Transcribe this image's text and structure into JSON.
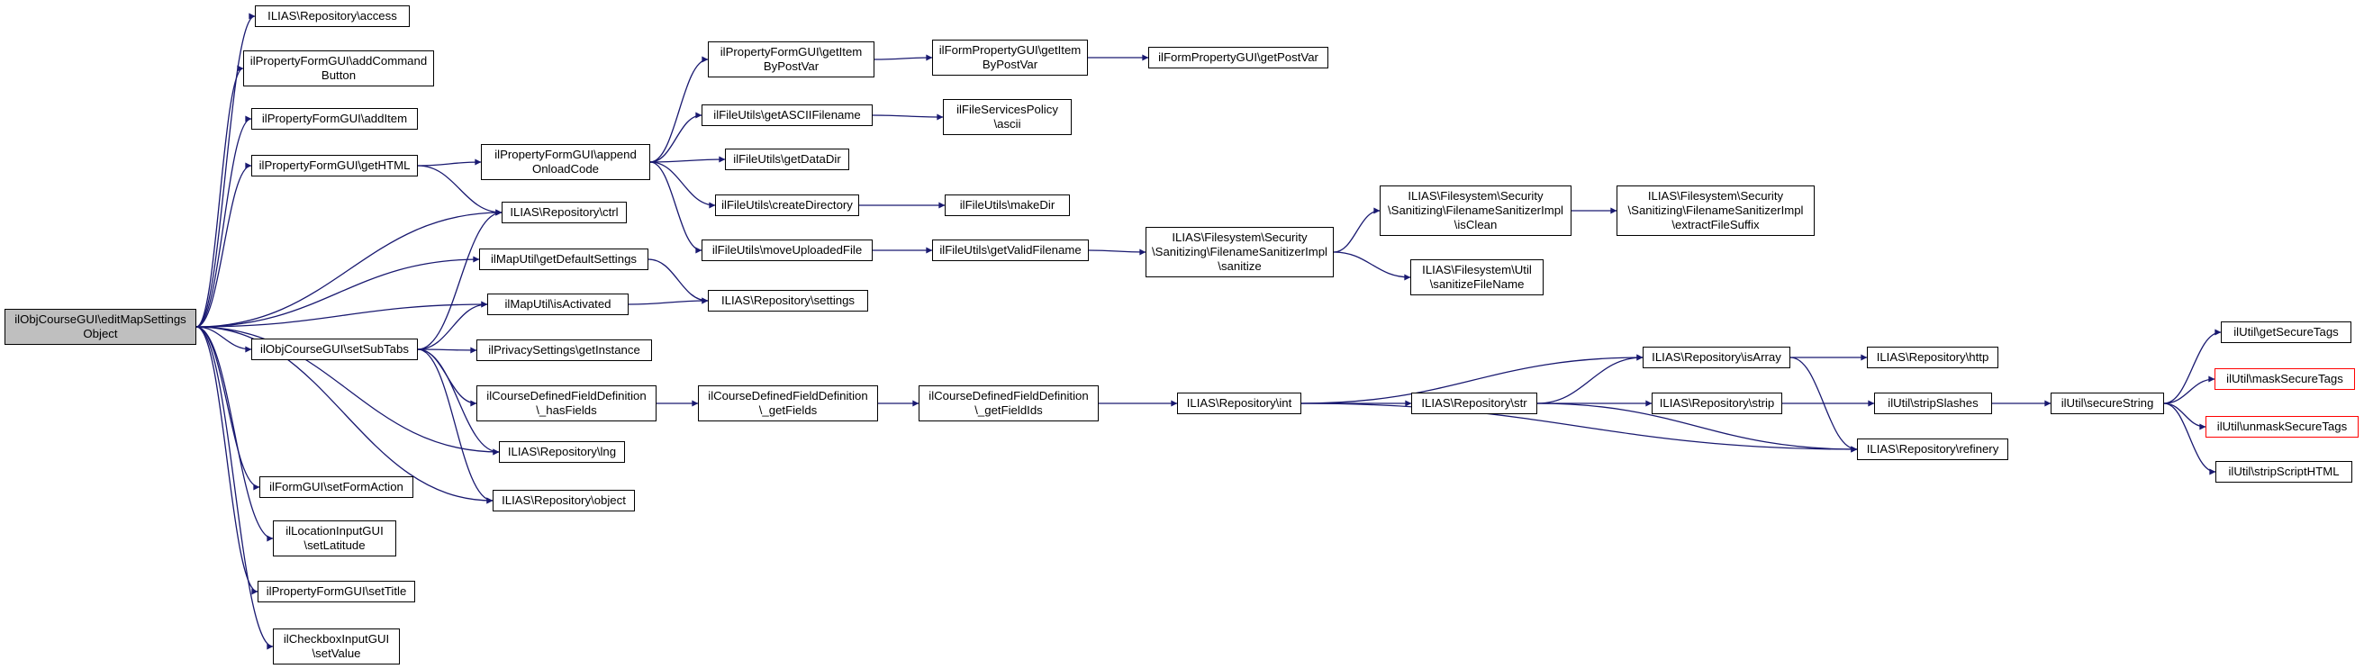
{
  "diagram": {
    "type": "call-graph",
    "edge_color": "#191970",
    "root_fill": "#bfbfbf",
    "truncated_border": "#ff0000",
    "nodes": {
      "root": {
        "label": "ilObjCourseGUI\\editMapSettings\nObject"
      },
      "access": {
        "label": "ILIAS\\Repository\\access"
      },
      "addCommandButton": {
        "label": "ilPropertyFormGUI\\addCommand\nButton"
      },
      "addItem": {
        "label": "ilPropertyFormGUI\\addItem"
      },
      "getHTML": {
        "label": "ilPropertyFormGUI\\getHTML"
      },
      "ctrl": {
        "label": "ILIAS\\Repository\\ctrl"
      },
      "getDefaultSettings": {
        "label": "ilMapUtil\\getDefaultSettings"
      },
      "isActivated": {
        "label": "ilMapUtil\\isActivated"
      },
      "setSubTabs": {
        "label": "ilObjCourseGUI\\setSubTabs"
      },
      "privacy": {
        "label": "ilPrivacySettings\\getInstance"
      },
      "hasFields": {
        "label": "ilCourseDefinedFieldDefinition\n\\_hasFields"
      },
      "lng": {
        "label": "ILIAS\\Repository\\lng"
      },
      "object": {
        "label": "ILIAS\\Repository\\object"
      },
      "setFormAction": {
        "label": "ilFormGUI\\setFormAction"
      },
      "setLatitude": {
        "label": "ilLocationInputGUI\n\\setLatitude"
      },
      "setTitle": {
        "label": "ilPropertyFormGUI\\setTitle"
      },
      "setValue": {
        "label": "ilCheckboxInputGUI\n\\setValue"
      },
      "appendOnloadCode": {
        "label": "ilPropertyFormGUI\\append\nOnloadCode"
      },
      "settings": {
        "label": "ILIAS\\Repository\\settings"
      },
      "getFields": {
        "label": "ilCourseDefinedFieldDefinition\n\\_getFields"
      },
      "getFieldIds": {
        "label": "ilCourseDefinedFieldDefinition\n\\_getFieldIds"
      },
      "getItemByPostVar": {
        "label": "ilPropertyFormGUI\\getItem\nByPostVar"
      },
      "getASCIIFilename": {
        "label": "ilFileUtils\\getASCIIFilename"
      },
      "getDataDir": {
        "label": "ilFileUtils\\getDataDir"
      },
      "createDirectory": {
        "label": "ilFileUtils\\createDirectory"
      },
      "moveUploadedFile": {
        "label": "ilFileUtils\\moveUploadedFile"
      },
      "formGetItemByPostVar": {
        "label": "ilFormPropertyGUI\\getItem\nByPostVar"
      },
      "getPostVar": {
        "label": "ilFormPropertyGUI\\getPostVar"
      },
      "policyAscii": {
        "label": "ilFileServicesPolicy\n\\ascii"
      },
      "makeDir": {
        "label": "ilFileUtils\\makeDir"
      },
      "getValidFilename": {
        "label": "ilFileUtils\\getValidFilename"
      },
      "sanitize": {
        "label": "ILIAS\\Filesystem\\Security\n\\Sanitizing\\FilenameSanitizerImpl\n\\sanitize"
      },
      "isClean": {
        "label": "ILIAS\\Filesystem\\Security\n\\Sanitizing\\FilenameSanitizerImpl\n\\isClean"
      },
      "extractFileSuffix": {
        "label": "ILIAS\\Filesystem\\Security\n\\Sanitizing\\FilenameSanitizerImpl\n\\extractFileSuffix"
      },
      "sanitizeFileName": {
        "label": "ILIAS\\Filesystem\\Util\n\\sanitizeFileName"
      },
      "int": {
        "label": "ILIAS\\Repository\\int"
      },
      "str": {
        "label": "ILIAS\\Repository\\str"
      },
      "isArray": {
        "label": "ILIAS\\Repository\\isArray"
      },
      "strip": {
        "label": "ILIAS\\Repository\\strip"
      },
      "refinery": {
        "label": "ILIAS\\Repository\\refinery"
      },
      "http": {
        "label": "ILIAS\\Repository\\http"
      },
      "stripSlashes": {
        "label": "ilUtil\\stripSlashes"
      },
      "secureString": {
        "label": "ilUtil\\secureString"
      },
      "getSecureTags": {
        "label": "ilUtil\\getSecureTags"
      },
      "maskSecureTags": {
        "label": "ilUtil\\maskSecureTags"
      },
      "unmaskSecureTags": {
        "label": "ilUtil\\unmaskSecureTags"
      },
      "stripScriptHTML": {
        "label": "ilUtil\\stripScriptHTML"
      }
    },
    "edges": [
      [
        "root",
        "access"
      ],
      [
        "root",
        "addCommandButton"
      ],
      [
        "root",
        "addItem"
      ],
      [
        "root",
        "getHTML"
      ],
      [
        "root",
        "ctrl"
      ],
      [
        "root",
        "getDefaultSettings"
      ],
      [
        "root",
        "isActivated"
      ],
      [
        "root",
        "setSubTabs"
      ],
      [
        "root",
        "lng"
      ],
      [
        "root",
        "object"
      ],
      [
        "root",
        "setFormAction"
      ],
      [
        "root",
        "setLatitude"
      ],
      [
        "root",
        "setTitle"
      ],
      [
        "root",
        "setValue"
      ],
      [
        "getHTML",
        "appendOnloadCode"
      ],
      [
        "getHTML",
        "ctrl"
      ],
      [
        "appendOnloadCode",
        "getItemByPostVar"
      ],
      [
        "appendOnloadCode",
        "getASCIIFilename"
      ],
      [
        "appendOnloadCode",
        "getDataDir"
      ],
      [
        "appendOnloadCode",
        "createDirectory"
      ],
      [
        "appendOnloadCode",
        "moveUploadedFile"
      ],
      [
        "getItemByPostVar",
        "formGetItemByPostVar"
      ],
      [
        "formGetItemByPostVar",
        "getPostVar"
      ],
      [
        "getASCIIFilename",
        "policyAscii"
      ],
      [
        "createDirectory",
        "makeDir"
      ],
      [
        "moveUploadedFile",
        "getValidFilename"
      ],
      [
        "getValidFilename",
        "sanitize"
      ],
      [
        "sanitize",
        "isClean"
      ],
      [
        "sanitize",
        "sanitizeFileName"
      ],
      [
        "isClean",
        "extractFileSuffix"
      ],
      [
        "getDefaultSettings",
        "settings"
      ],
      [
        "isActivated",
        "settings"
      ],
      [
        "setSubTabs",
        "ctrl"
      ],
      [
        "setSubTabs",
        "isActivated"
      ],
      [
        "setSubTabs",
        "privacy"
      ],
      [
        "setSubTabs",
        "hasFields"
      ],
      [
        "setSubTabs",
        "lng"
      ],
      [
        "setSubTabs",
        "object"
      ],
      [
        "hasFields",
        "getFields"
      ],
      [
        "getFields",
        "getFieldIds"
      ],
      [
        "getFieldIds",
        "int"
      ],
      [
        "int",
        "isArray"
      ],
      [
        "int",
        "str"
      ],
      [
        "int",
        "refinery"
      ],
      [
        "str",
        "isArray"
      ],
      [
        "str",
        "strip"
      ],
      [
        "str",
        "refinery"
      ],
      [
        "isArray",
        "http"
      ],
      [
        "isArray",
        "refinery"
      ],
      [
        "strip",
        "stripSlashes"
      ],
      [
        "stripSlashes",
        "secureString"
      ],
      [
        "secureString",
        "getSecureTags"
      ],
      [
        "secureString",
        "maskSecureTags"
      ],
      [
        "secureString",
        "unmaskSecureTags"
      ],
      [
        "secureString",
        "stripScriptHTML"
      ]
    ]
  }
}
